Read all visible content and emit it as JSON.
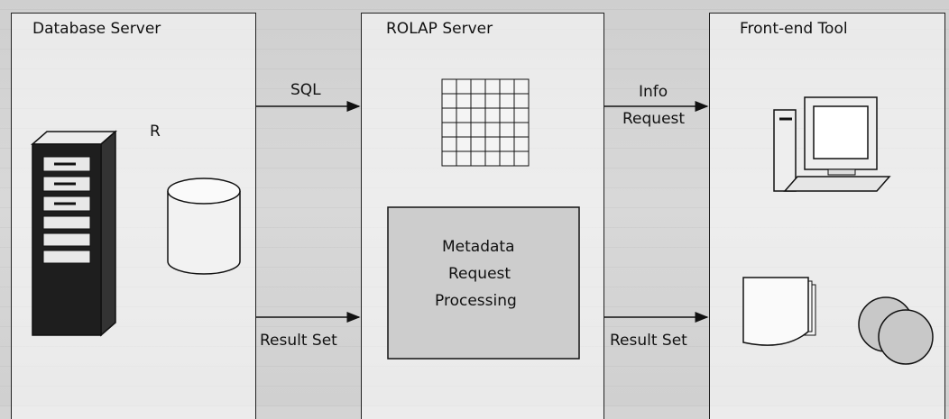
{
  "panels": {
    "database_server": {
      "title": "Database Server",
      "label_r": "R"
    },
    "rolap_server": {
      "title": "ROLAP Server",
      "metadata_box": [
        "Metadata",
        "Request",
        "Processing"
      ]
    },
    "frontend_tool": {
      "title": "Front-end Tool"
    }
  },
  "arrows": {
    "sql": "SQL",
    "info_request": [
      "Info",
      "Request"
    ],
    "result_set_left": "Result Set",
    "result_set_right": "Result Set"
  },
  "icons": [
    "server-rack-icon",
    "database-cylinder-icon",
    "grid-cube-icon",
    "computer-icon",
    "documents-icon",
    "circles-icon"
  ]
}
